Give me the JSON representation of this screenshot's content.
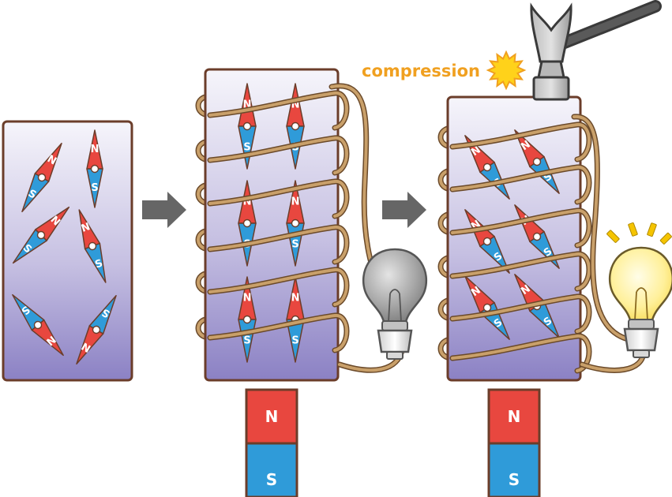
{
  "annotation": {
    "compression_label": "compression"
  },
  "poles": {
    "north": "N",
    "south": "S"
  },
  "colors": {
    "north_red": "#e8473f",
    "south_blue": "#2f9bd9",
    "wire": "#c9a06a",
    "box_outline": "#6b3d2a",
    "box_top": "#f4f2fb",
    "box_bottom": "#8a80c4",
    "arrow": "#666666",
    "label_orange": "#f0a020",
    "burst_yellow": "#ffd21a"
  },
  "panels": [
    {
      "id": "random",
      "domains": 6,
      "alignment": "random",
      "coil": false,
      "bulb": "none",
      "magnet": false,
      "hammer": false
    },
    {
      "id": "aligned",
      "domains": 6,
      "alignment": "aligned N-up",
      "coil": true,
      "bulb": "off",
      "magnet": true,
      "hammer": false
    },
    {
      "id": "compressed",
      "domains": 6,
      "alignment": "tilted by compression",
      "coil": true,
      "bulb": "lit",
      "magnet": true,
      "hammer": true
    }
  ],
  "icons": [
    "right-arrow-icon",
    "light-bulb-icon",
    "hammer-icon",
    "burst-icon",
    "bar-magnet-icon"
  ]
}
